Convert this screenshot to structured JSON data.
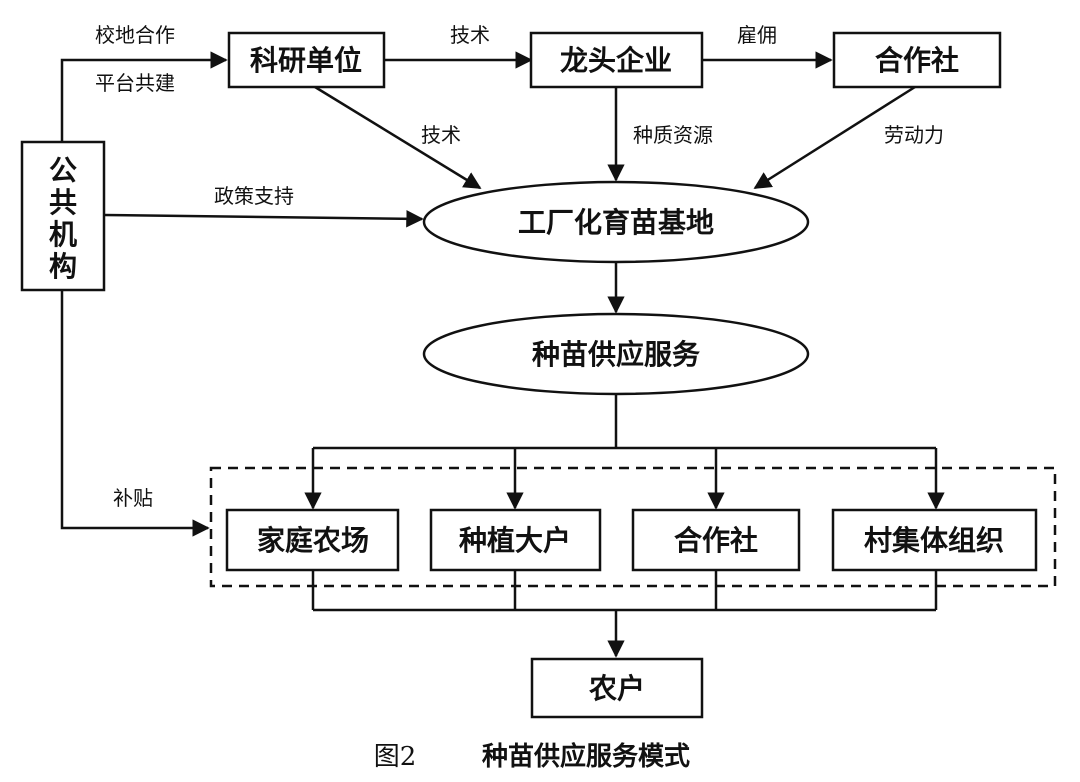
{
  "nodes": {
    "public_institution": "公共机构",
    "research_unit": "科研单位",
    "leading_enterprise": "龙头企业",
    "cooperative_top": "合作社",
    "seedling_base": "工厂化育苗基地",
    "seedling_service": "种苗供应服务",
    "family_farm": "家庭农场",
    "large_grower": "种植大户",
    "cooperative_bottom": "合作社",
    "village_collective": "村集体组织",
    "farmers": "农户"
  },
  "edges": {
    "school_cooperation": "校地合作",
    "platform_building": "平台共建",
    "tech_1": "技术",
    "employ": "雇佣",
    "tech_2": "技术",
    "germplasm": "种质资源",
    "labor": "劳动力",
    "policy_support": "政策支持",
    "subsidy": "补贴"
  },
  "caption": {
    "number": "图2",
    "title": "种苗供应服务模式"
  }
}
